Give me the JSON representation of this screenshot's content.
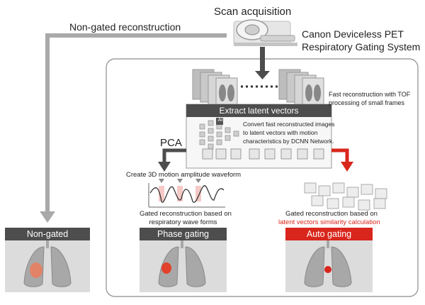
{
  "scan_acquisition": "Scan acquisition",
  "non_gated_reconstruction": "Non-gated reconstruction",
  "system_name_line1": "Canon Deviceless PET",
  "system_name_line2": "Respiratory Gating System",
  "fast_recon_line1": "Fast reconstruction with TOF",
  "fast_recon_line2": "processing of small frames",
  "extract_title": "Extract latent vectors",
  "extract_desc_line1": "Convert fast reconstructed images",
  "extract_desc_line2": "to latent vectors with motion",
  "extract_desc_line3": "characteristics by DCNN Network.",
  "ai_chip": "AI",
  "pca": "PCA",
  "create_waveform": "Create 3D motion amplitude waveform",
  "phase_desc_line1": "Gated reconstruction based on",
  "phase_desc_line2": "respiratory wave forms",
  "auto_desc_line1": "Gated reconstruction based on",
  "auto_desc_line2": "latent vectors similarity calculation",
  "panels": {
    "non_gated": "Non-gated",
    "phase_gating": "Phase gating",
    "auto_gating": "Auto gating"
  },
  "colors": {
    "accent_red": "#d9261c",
    "arrow_gray": "#a9a9a9",
    "dark_gray": "#4d4d4d",
    "panel_bg": "#dcdcdc"
  }
}
